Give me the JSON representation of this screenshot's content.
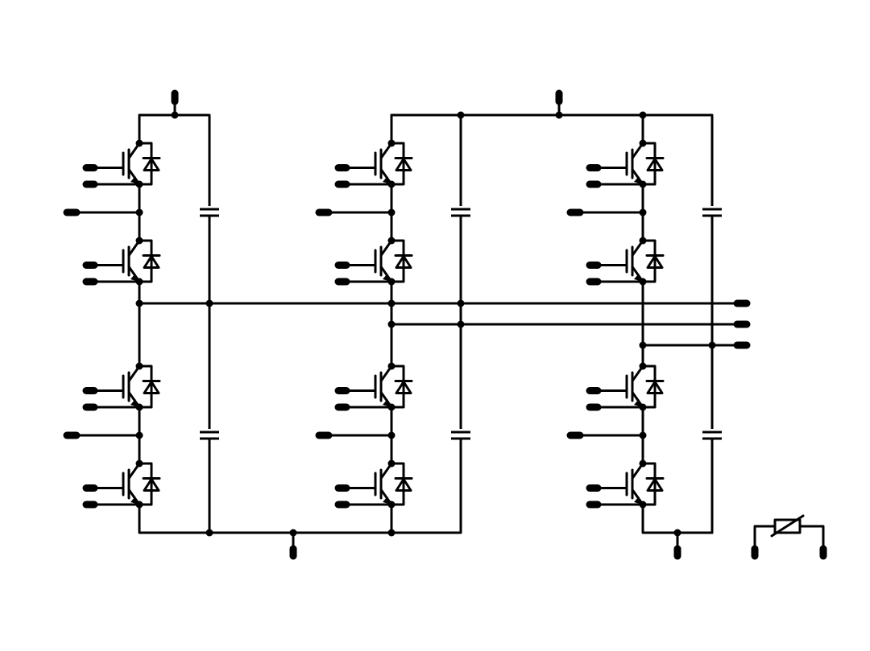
{
  "diagram": {
    "kind": "power-module-schematic",
    "legs": 3,
    "switch_cells_per_leg": 4,
    "capacitors_per_leg": 2,
    "thermistor": true,
    "colors": {
      "line": "#000000",
      "background": "#ffffff"
    },
    "icons": [
      "igbt-with-diode-icon",
      "capacitor-icon",
      "ntc-thermistor-icon",
      "terminal-pin-icon"
    ]
  }
}
